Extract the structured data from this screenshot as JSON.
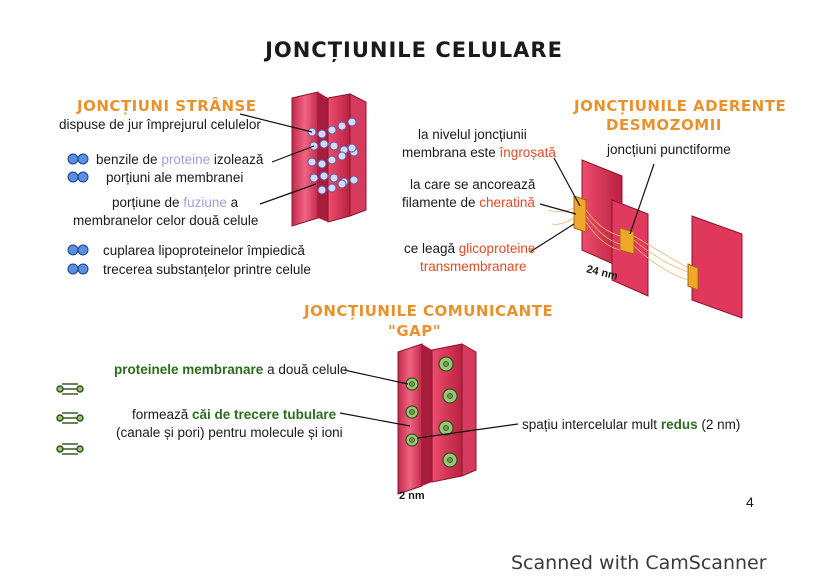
{
  "title": "JONCȚIUNILE CELULARE",
  "tight": {
    "heading": "JONCȚIUNI STRÂNSE",
    "subtitle": "dispuse de jur împrejurul celulelor",
    "line1_pre": "benzile de ",
    "line1_hl": "proteine",
    "line1_post": " izolează",
    "line2": "porțiuni ale membranei",
    "line3_pre": "porțiune de ",
    "line3_hl": "fuziune",
    "line3_post": " a",
    "line4": "membranelor celor două celule",
    "line5": "cuplarea lipoproteinelor împiedică",
    "line6": "trecerea substanțelor printre celule"
  },
  "adherent": {
    "heading1": "JONCȚIUNILE ADERENTE",
    "heading2": "DESMOZOMII",
    "punct": "joncțiuni punctiforme",
    "line1": "la nivelul joncțiunii",
    "line2_pre": "membrana este ",
    "line2_hl": "îngroșată",
    "line3": "la care se ancorează",
    "line4_pre": "filamente de ",
    "line4_hl": "cheratină",
    "line5_pre": "ce leagă ",
    "line5_hl": "glicoproteine",
    "line6": "transmembranare",
    "scale": "24 nm"
  },
  "gap": {
    "heading1": "JONCȚIUNILE COMUNICANTE",
    "heading2": "\"GAP\"",
    "line1_hl": "proteinele membranare",
    "line1_post": " a două celule",
    "line2_pre": "formează ",
    "line2_hl": "căi de trecere tubulare",
    "line3": "(canale și pori) pentru molecule și ioni",
    "right_pre": "spațiu intercelular mult ",
    "right_hl": "redus",
    "right_post": " (2 nm)",
    "scale": "2 nm"
  },
  "page_number": "4",
  "watermark": "Scanned with CamScanner",
  "colors": {
    "membrane": "#e8365a",
    "membrane_dark": "#b81f42",
    "orange": "#e8922e",
    "highlight_red": "#e04a25",
    "lavender": "#a49bdb",
    "green": "#2d6b1e"
  }
}
